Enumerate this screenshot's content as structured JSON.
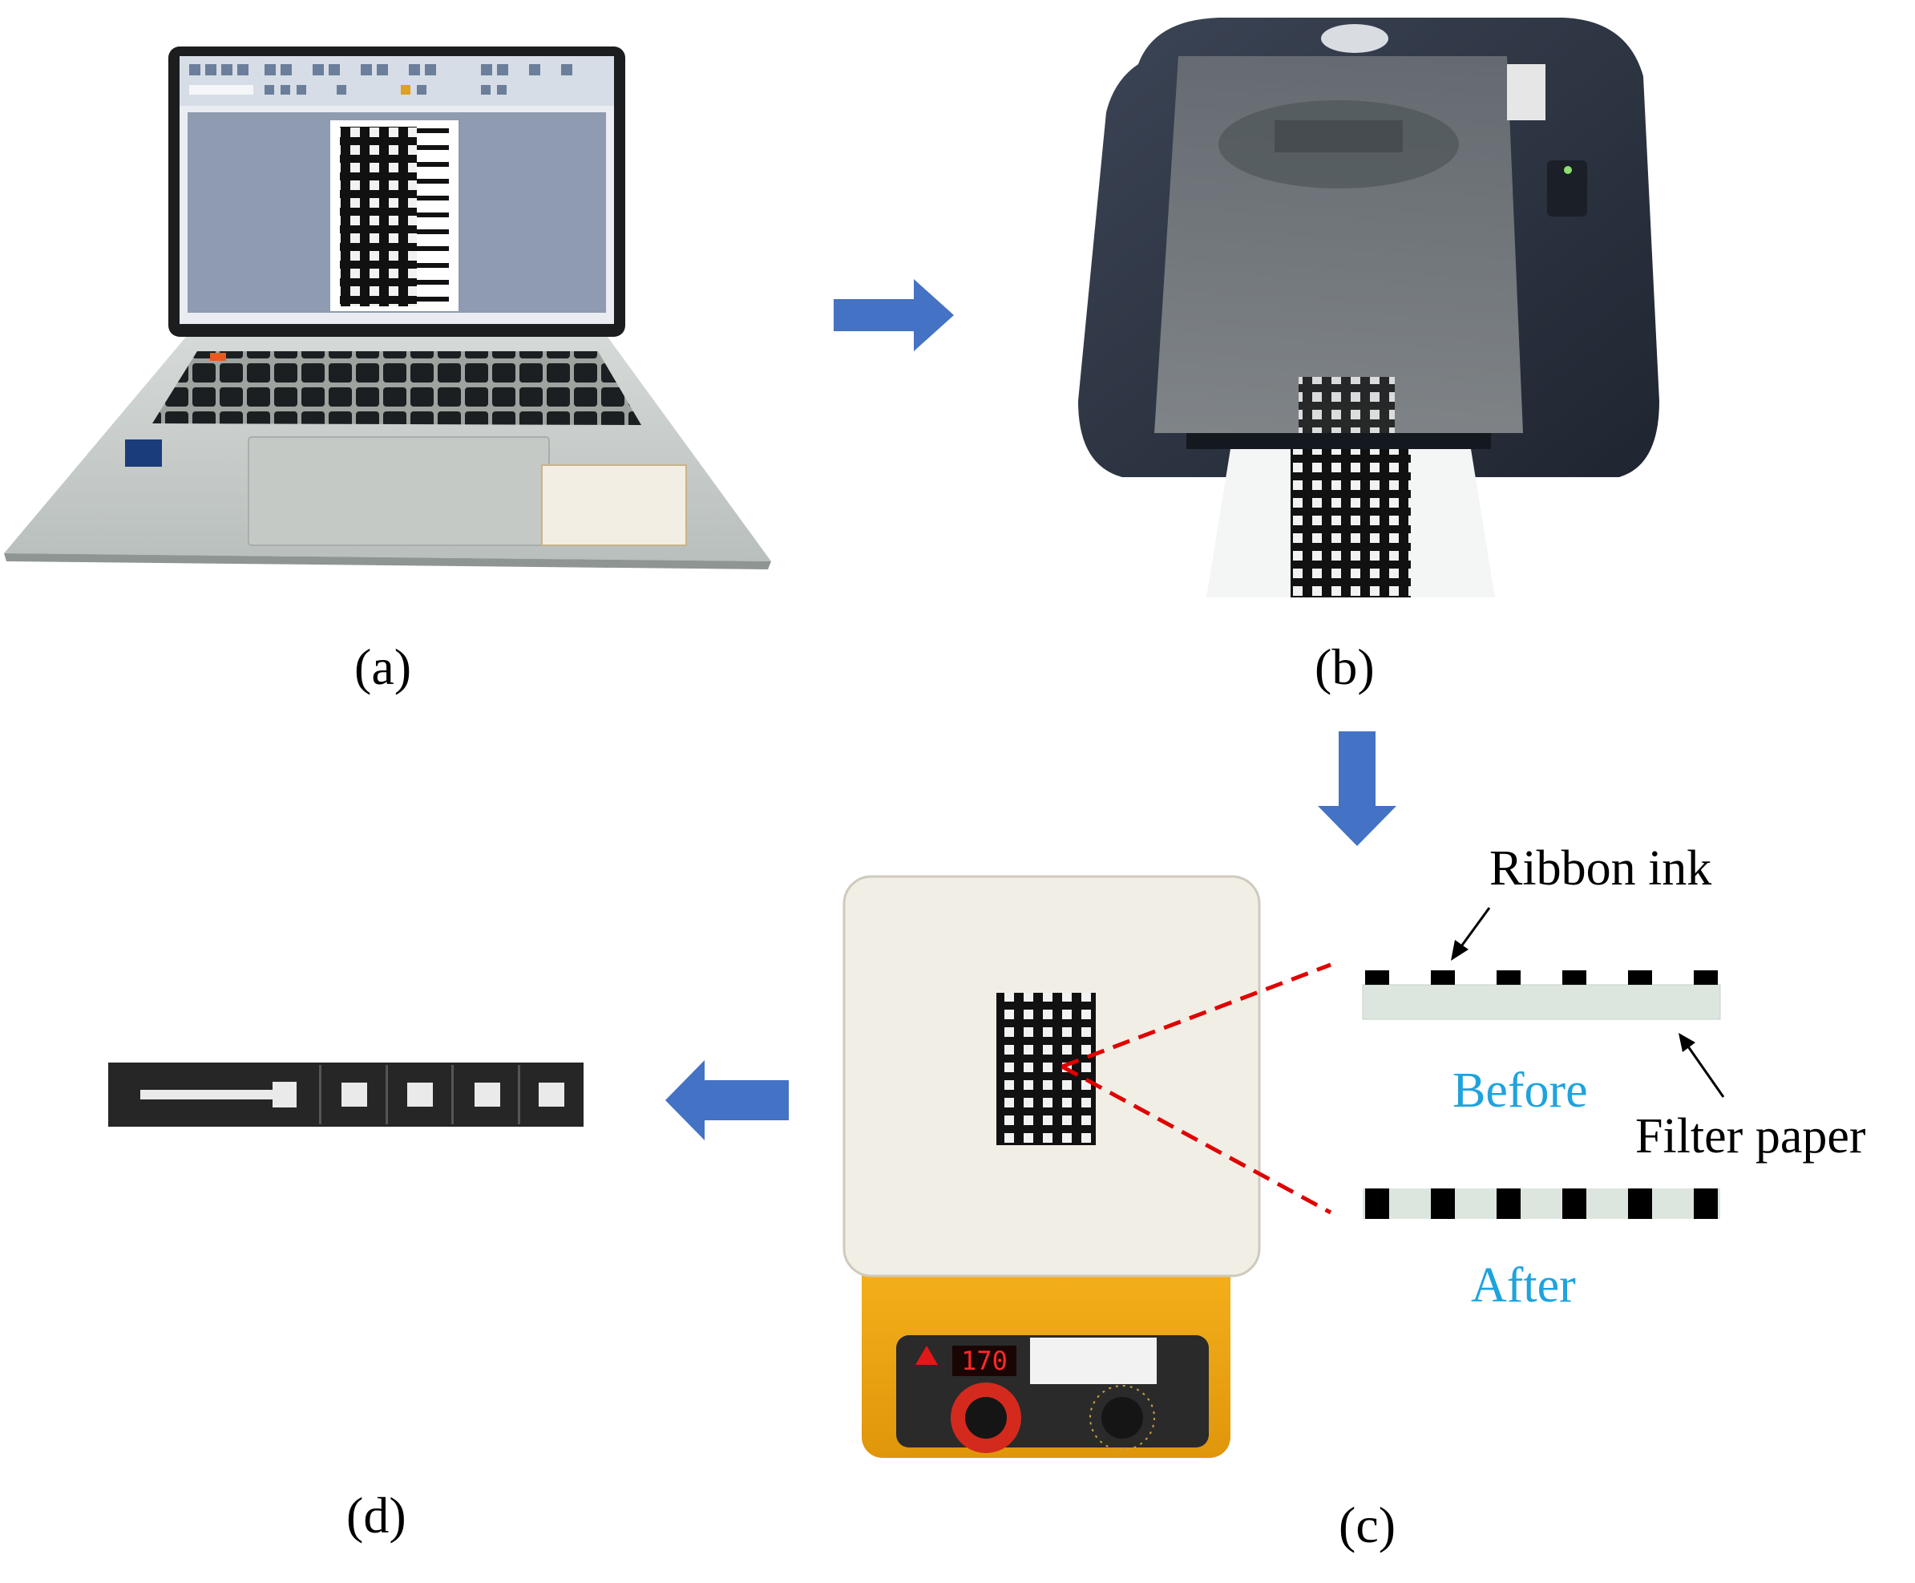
{
  "panels": {
    "a": {
      "label": "(a)",
      "subject": "laptop-design-software"
    },
    "b": {
      "label": "(b)",
      "subject": "thermal-transfer-printer"
    },
    "c": {
      "label": "(c)",
      "subject": "hot-plate-heating"
    },
    "d": {
      "label": "(d)",
      "subject": "finished-paper-strip"
    }
  },
  "hotplate": {
    "display_value": "170"
  },
  "cross_section": {
    "top_label": "Ribbon ink",
    "bottom_label": "Filter paper",
    "before_label": "Before",
    "after_label": "After"
  },
  "colors": {
    "arrow": "#4472C4",
    "accent_text": "#1FA3DC",
    "leader_line": "#E00000",
    "filter_paper": "#DCE6DF",
    "ink": "#000000",
    "printer_body": "#2E3645",
    "hotplate_base": "#F2A814"
  }
}
